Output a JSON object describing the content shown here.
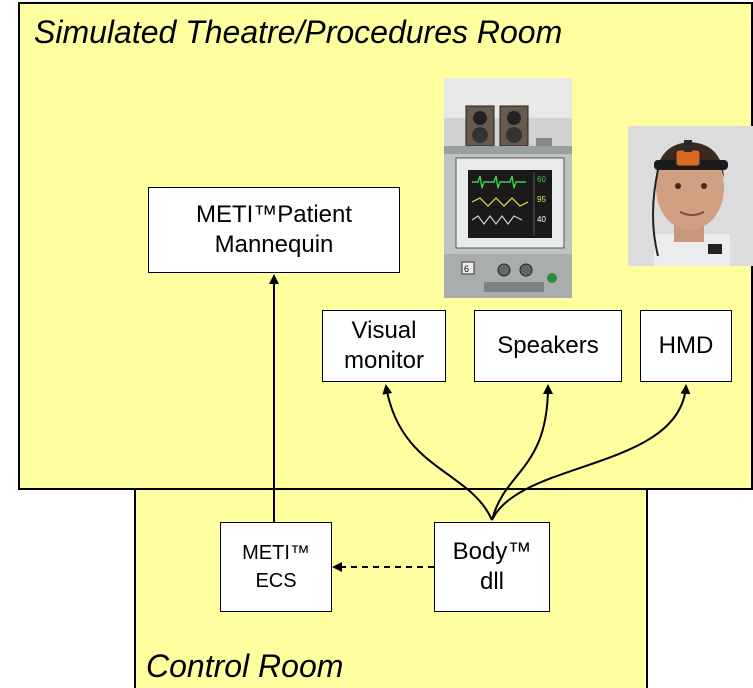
{
  "rooms": {
    "theatre_title": "Simulated Theatre/Procedures Room",
    "control_title": "Control Room"
  },
  "nodes": {
    "mannequin": "METI™Patient\nMannequin",
    "visual_monitor": "Visual\nmonitor",
    "speakers": "Speakers",
    "hmd": "HMD",
    "meti_ecs": "METI™\nECS",
    "body_dll": "Body™\ndll"
  },
  "photo_monitor": {
    "screen_readings": [
      "60",
      "95",
      "40"
    ],
    "channel_label": "6"
  },
  "colors": {
    "room_fill": "#ffffa0",
    "box_fill": "#ffffff",
    "line": "#000000"
  }
}
